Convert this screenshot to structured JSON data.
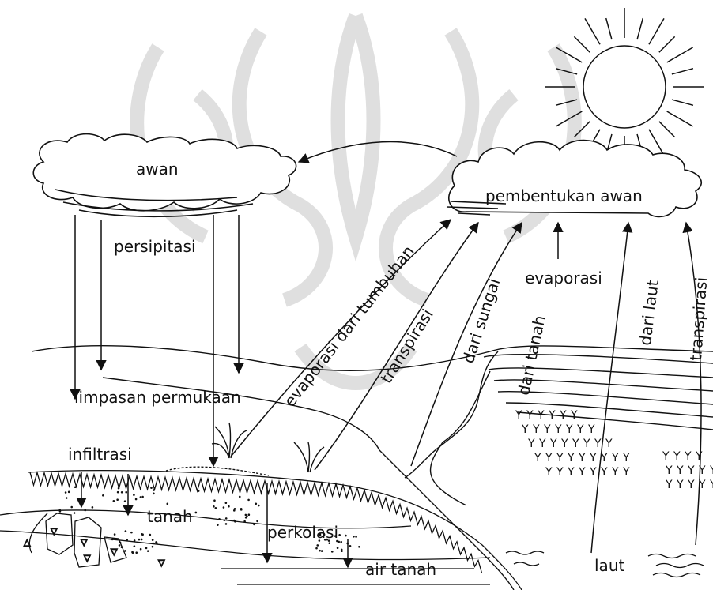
{
  "labels": {
    "awan": "awan",
    "persipitasi": "persipitasi",
    "pembentukan_awan": "pembentukan awan",
    "evaporasi_dari_tumbuhan": "evaporasi dari tumbuhan",
    "transpirasi_1": "transpirasi",
    "dari_sungai": "dari sungai",
    "dari_tanah": "dari tanah",
    "evaporasi": "evaporasi",
    "dari_laut": "dari laut",
    "transpirasi_2": "transpirasi",
    "limpasan_permukaan": "limpasan permukaan",
    "infiltrasi": "infiltrasi",
    "tanah": "tanah",
    "perkolasi": "perkolasi",
    "air_tanah": "air tanah",
    "laut": "laut"
  },
  "colors": {
    "ink": "#111111",
    "watermark": "#d9d9d9",
    "background": "#ffffff"
  }
}
